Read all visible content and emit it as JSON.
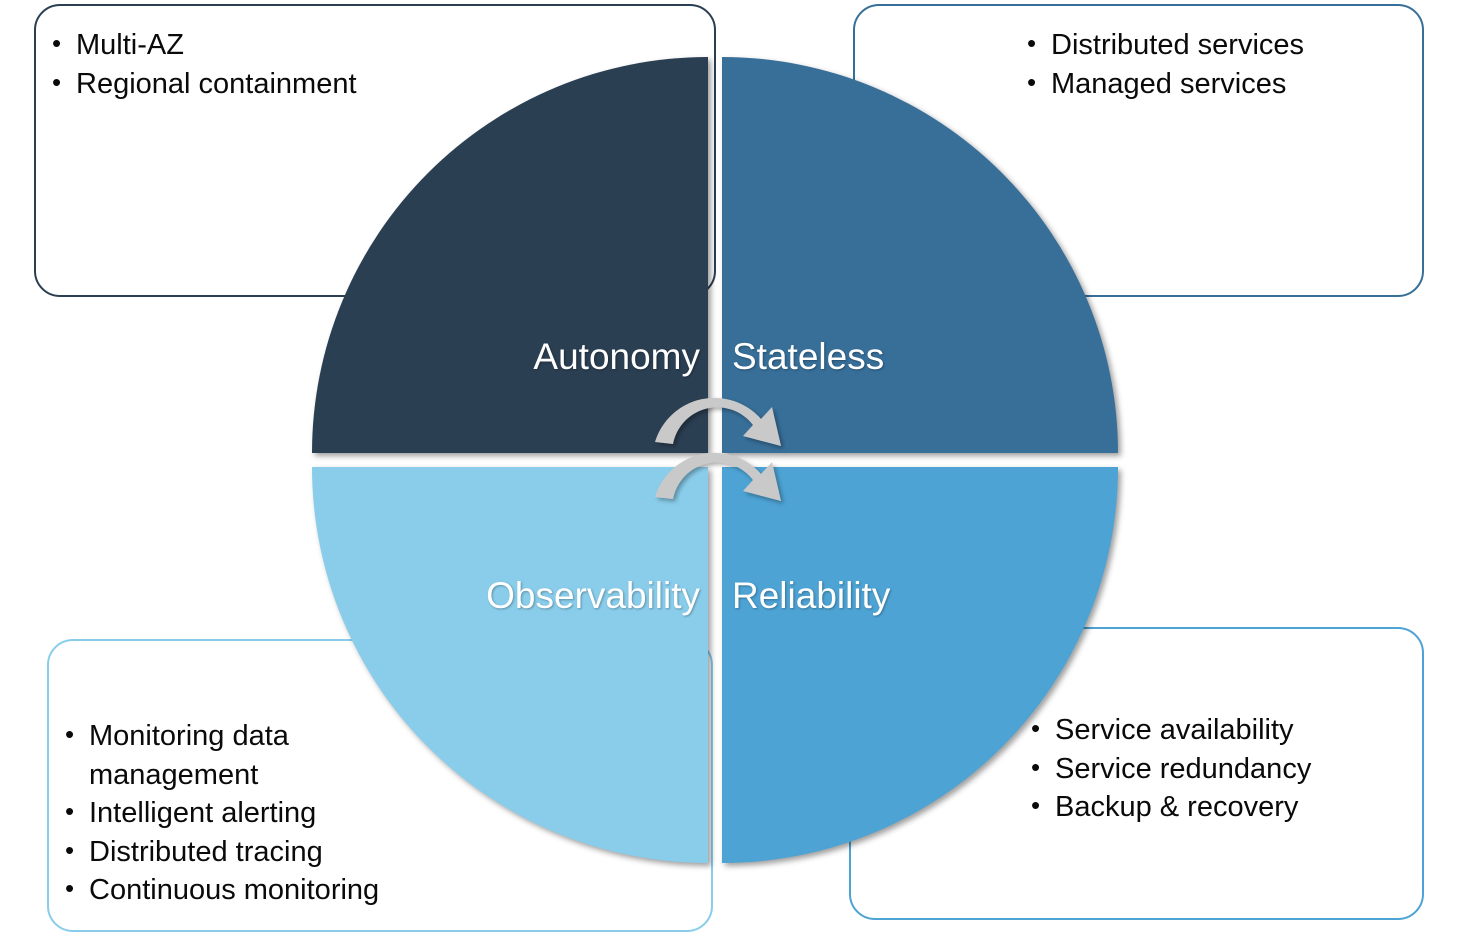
{
  "diagram": {
    "type": "four-quadrant-circle",
    "title": "",
    "center_icon": "circular-arrows-icon",
    "quadrants": [
      {
        "id": "autonomy",
        "label": "Autonomy",
        "position": "top-left",
        "color": "#2B3F53",
        "bullets": [
          "Multi-AZ",
          "Regional containment"
        ]
      },
      {
        "id": "stateless",
        "label": "Stateless",
        "position": "top-right",
        "color": "#376F99",
        "bullets": [
          "Distributed services",
          "Managed services"
        ]
      },
      {
        "id": "observability",
        "label": "Observability",
        "position": "bottom-left",
        "color": "#89CDEB",
        "bullets": [
          "Monitoring data\nmanagement",
          "Intelligent alerting",
          "Distributed tracing",
          "Continuous monitoring"
        ]
      },
      {
        "id": "reliability",
        "label": "Reliability",
        "position": "bottom-right",
        "color": "#4DA3D4",
        "bullets": [
          "Service availability",
          "Service redundancy",
          "Backup & recovery"
        ]
      }
    ]
  }
}
